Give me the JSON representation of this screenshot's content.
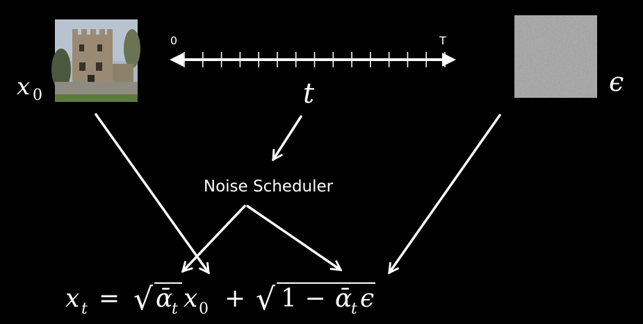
{
  "timeline": {
    "start_label": "0",
    "end_label": "T",
    "tick_count": 15
  },
  "labels": {
    "x0": "x",
    "x0_sub": "0",
    "t": "t",
    "epsilon": "ϵ",
    "scheduler": "Noise Scheduler"
  },
  "equation": {
    "lhs": "x",
    "lhs_sub": "t",
    "eq": "=",
    "sqrt": "√",
    "alpha": "ᾱ",
    "alpha_sub": "t",
    "x": "x",
    "x_sub": "0",
    "plus": "+",
    "one_minus": "1 −",
    "epsilon": "ϵ"
  },
  "colors": {
    "background": "#000000",
    "foreground": "#ffffff",
    "noise_base": "#8a8a8a"
  },
  "images": {
    "clean_image": "stone-tower-photo",
    "noise_image": "gaussian-noise-patch"
  }
}
